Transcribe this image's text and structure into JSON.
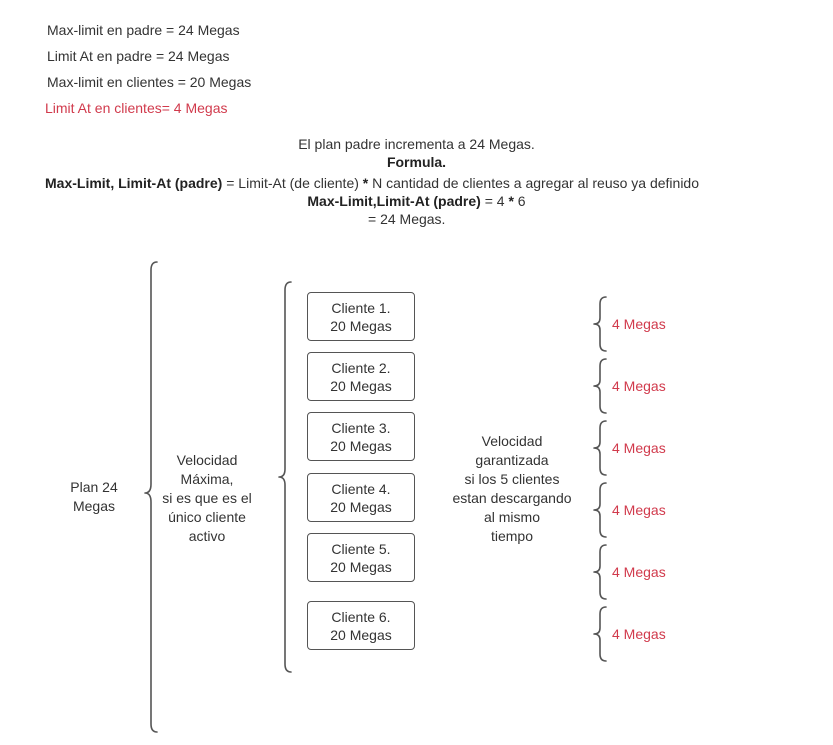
{
  "notes": [
    {
      "text": "Max-limit en padre = 24 Megas"
    },
    {
      "text": "Limit At  en padre = 24 Megas"
    },
    {
      "text": "Max-limit en clientes = 20 Megas"
    },
    {
      "text": "Limit At  en clientes= 4 Megas"
    }
  ],
  "formula": {
    "intro": "El plan padre incrementa a 24 Megas.",
    "heading": "Formula.",
    "line1_bold": "Max-Limit, Limit-At (padre)",
    "line1_mid": " = Limit-At (de cliente) ",
    "line1_star": "*",
    "line1_rest": " N cantidad de clientes a agregar al reuso ya definido",
    "line2_bold": "Max-Limit,Limit-At (padre)",
    "line2_a": " = 4 ",
    "line2_star": "*",
    "line2_b": " 6",
    "line3": "= 24 Megas."
  },
  "diagram": {
    "plan_line1": "Plan 24",
    "plan_line2": "Megas",
    "max_speed": [
      "Velocidad",
      "Máxima,",
      "si es que es el",
      "único cliente",
      "activo"
    ],
    "guaranteed": [
      "Velocidad",
      "garantizada",
      "si los 5 clientes",
      "estan descargando",
      "al mismo",
      "tiempo"
    ],
    "clients": [
      {
        "name": "Cliente 1.",
        "speed": "20 Megas",
        "guaranteed": "4 Megas"
      },
      {
        "name": "Cliente 2.",
        "speed": "20 Megas",
        "guaranteed": "4 Megas"
      },
      {
        "name": "Cliente 3.",
        "speed": "20 Megas",
        "guaranteed": "4 Megas"
      },
      {
        "name": "Cliente 4.",
        "speed": "20 Megas",
        "guaranteed": "4 Megas"
      },
      {
        "name": "Cliente 5.",
        "speed": "20 Megas",
        "guaranteed": "4 Megas"
      },
      {
        "name": "Cliente 6.",
        "speed": "20 Megas",
        "guaranteed": "4 Megas"
      }
    ]
  },
  "colors": {
    "accent": "#d13a4c",
    "text": "#333333",
    "stroke": "#555555"
  }
}
